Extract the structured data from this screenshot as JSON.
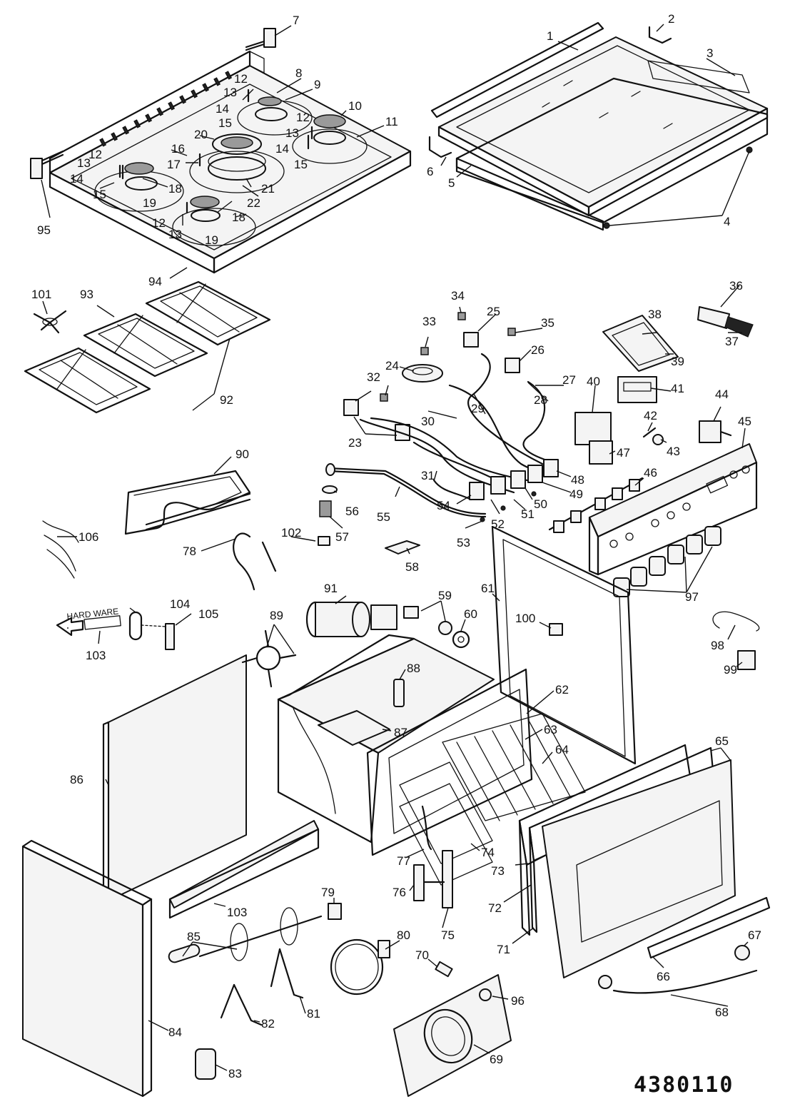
{
  "diagram": {
    "drawing_code": "4380110",
    "hardware_label": "HARD WARE",
    "callouts": [
      "1",
      "2",
      "3",
      "4",
      "5",
      "6",
      "7",
      "8",
      "9",
      "10",
      "11",
      "12",
      "13",
      "14",
      "15",
      "16",
      "17",
      "18",
      "19",
      "20",
      "21",
      "22",
      "23",
      "24",
      "25",
      "26",
      "27",
      "28",
      "29",
      "30",
      "31",
      "32",
      "33",
      "34",
      "35",
      "36",
      "37",
      "38",
      "39",
      "40",
      "41",
      "42",
      "43",
      "44",
      "45",
      "46",
      "47",
      "48",
      "49",
      "50",
      "51",
      "52",
      "53",
      "54",
      "55",
      "56",
      "57",
      "58",
      "59",
      "60",
      "61",
      "62",
      "63",
      "64",
      "65",
      "66",
      "67",
      "68",
      "69",
      "70",
      "71",
      "72",
      "73",
      "74",
      "75",
      "76",
      "77",
      "78",
      "79",
      "80",
      "81",
      "82",
      "83",
      "84",
      "85",
      "86",
      "87",
      "88",
      "89",
      "90",
      "91",
      "92",
      "93",
      "94",
      "95",
      "96",
      "97",
      "98",
      "99",
      "100",
      "101",
      "102",
      "103",
      "104",
      "105",
      "106"
    ]
  }
}
